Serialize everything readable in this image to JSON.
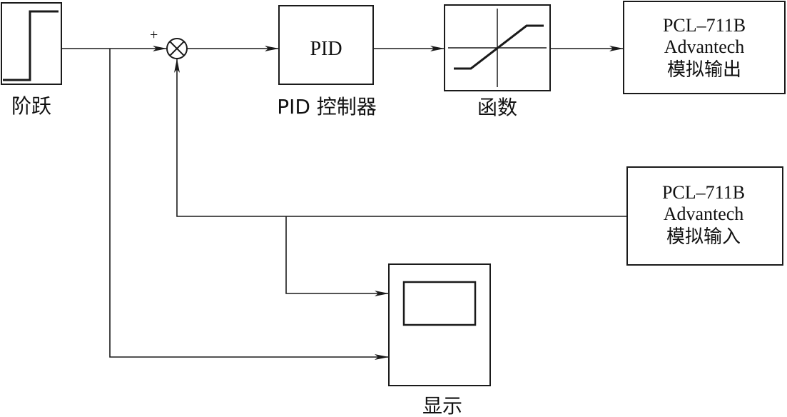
{
  "blocks": {
    "step": {
      "label": "阶跃"
    },
    "summing": {
      "plus_sign": "+"
    },
    "pid": {
      "inner_label": "PID",
      "caption": "PID 控制器"
    },
    "function": {
      "caption": "函数"
    },
    "analog_out": {
      "line1": "PCL–711B",
      "line2": "Advantech",
      "line3": "模拟输出"
    },
    "analog_in": {
      "line1": "PCL–711B",
      "line2": "Advantech",
      "line3": "模拟输入"
    },
    "display": {
      "caption": "显示"
    }
  },
  "colors": {
    "stroke": "#1a1a1a",
    "background": "#ffffff"
  }
}
